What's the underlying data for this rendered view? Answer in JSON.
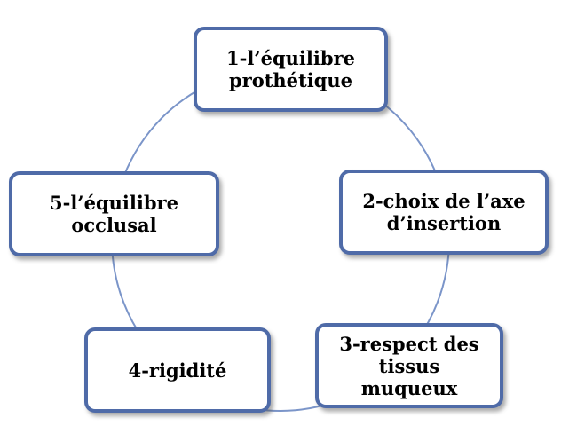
{
  "diagram": {
    "nodes": [
      {
        "label": "1-l’équilibre\nprothétique"
      },
      {
        "label": "2-choix de l’axe\nd’insertion"
      },
      {
        "label": "3-respect des\ntissus\nmuqueux"
      },
      {
        "label": "4-rigidité"
      },
      {
        "label": "5-l’équilibre\nocclusal"
      }
    ],
    "colors": {
      "ring": "#7b95c9",
      "node_border": "#4f6ba8",
      "node_fill": "#ffffff",
      "text": "#000000"
    }
  }
}
